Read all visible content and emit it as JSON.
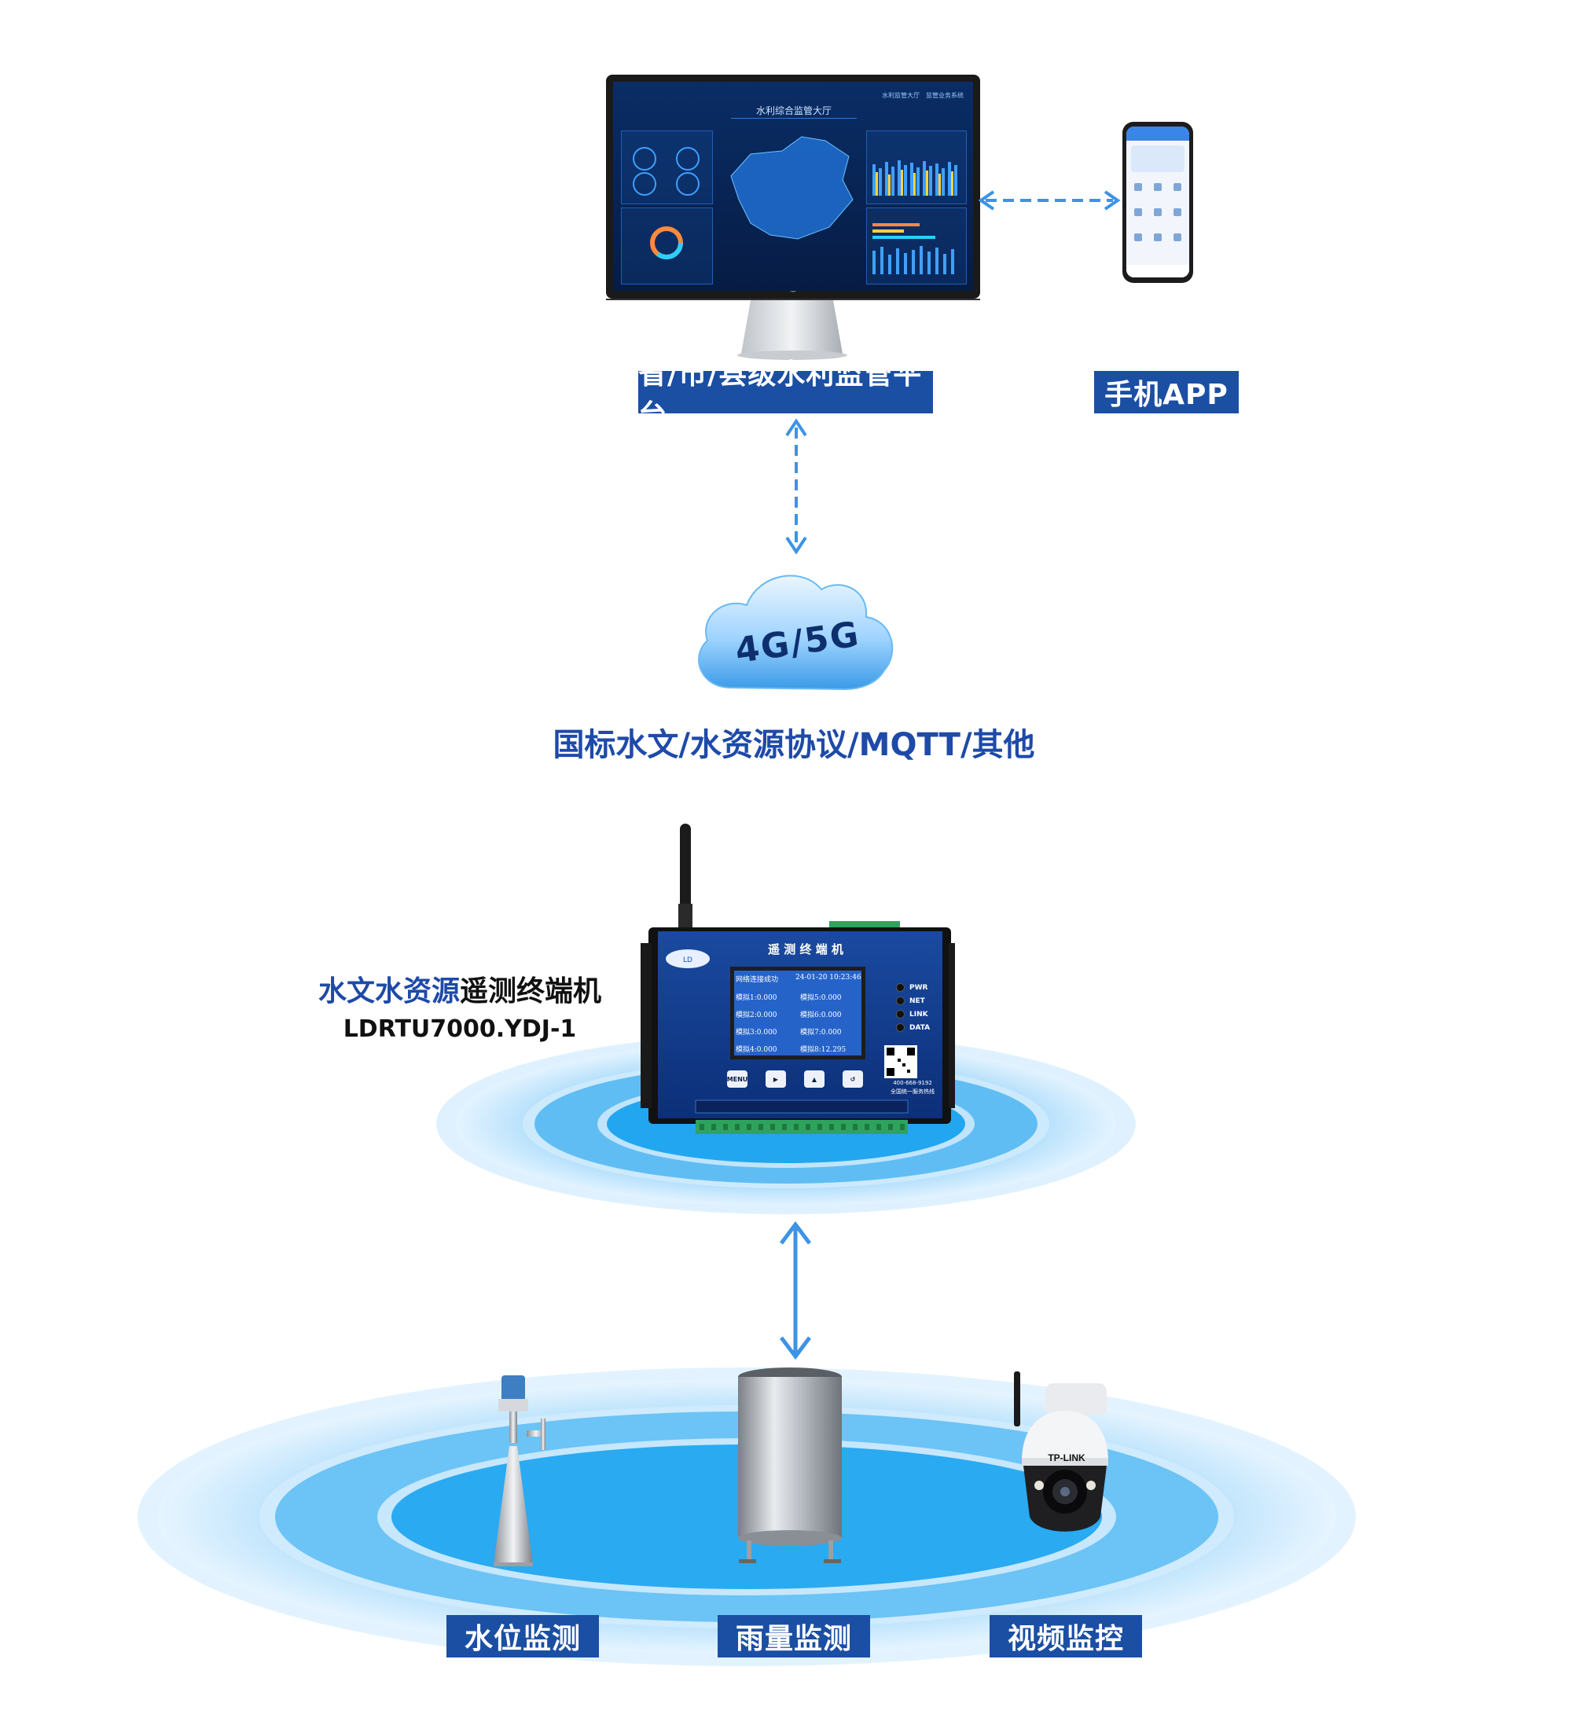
{
  "platform": {
    "label": "省/市/县级水利监管平台",
    "screen_title": "水利综合监管大厅",
    "screen_link_1": "水利监管大厅",
    "screen_link_2": "监管业务系统"
  },
  "mobile": {
    "label": "手机APP"
  },
  "network": {
    "cloud_text": "4G/5G",
    "protocol_text": "国标水文/水资源协议/MQTT/其他"
  },
  "terminal": {
    "title_blue": "水文水资源",
    "title_black": "遥测终端机",
    "model": "LDRTU7000.YDJ-1",
    "panel_title": "遥 测 终 端 机",
    "lcd_status": "网络连接成功",
    "lcd_time": "24-01-20 10:23:46",
    "lcd_rows_left": [
      "模拟1:0.000",
      "模拟2:0.000",
      "模拟3:0.000",
      "模拟4:0.000"
    ],
    "lcd_rows_right": [
      "模拟5:0.000",
      "模拟6:0.000",
      "模拟7:0.000",
      "模拟8:12.295"
    ],
    "leds": [
      "PWR",
      "NET",
      "LINK",
      "DATA"
    ],
    "menu_button": "MENU",
    "hotline": "400-668-9192",
    "hotline_caption": "全国统一服务热线"
  },
  "sensors": [
    {
      "label": "水位监测"
    },
    {
      "label": "雨量监测"
    },
    {
      "label": "视频监控"
    }
  ],
  "camera_brand": "TP-LINK",
  "colors": {
    "label_bg": "#1b4fa3",
    "arrow": "#3d93e6",
    "ripple": "#26a9f0",
    "terminal_bg": "#113a8c"
  }
}
